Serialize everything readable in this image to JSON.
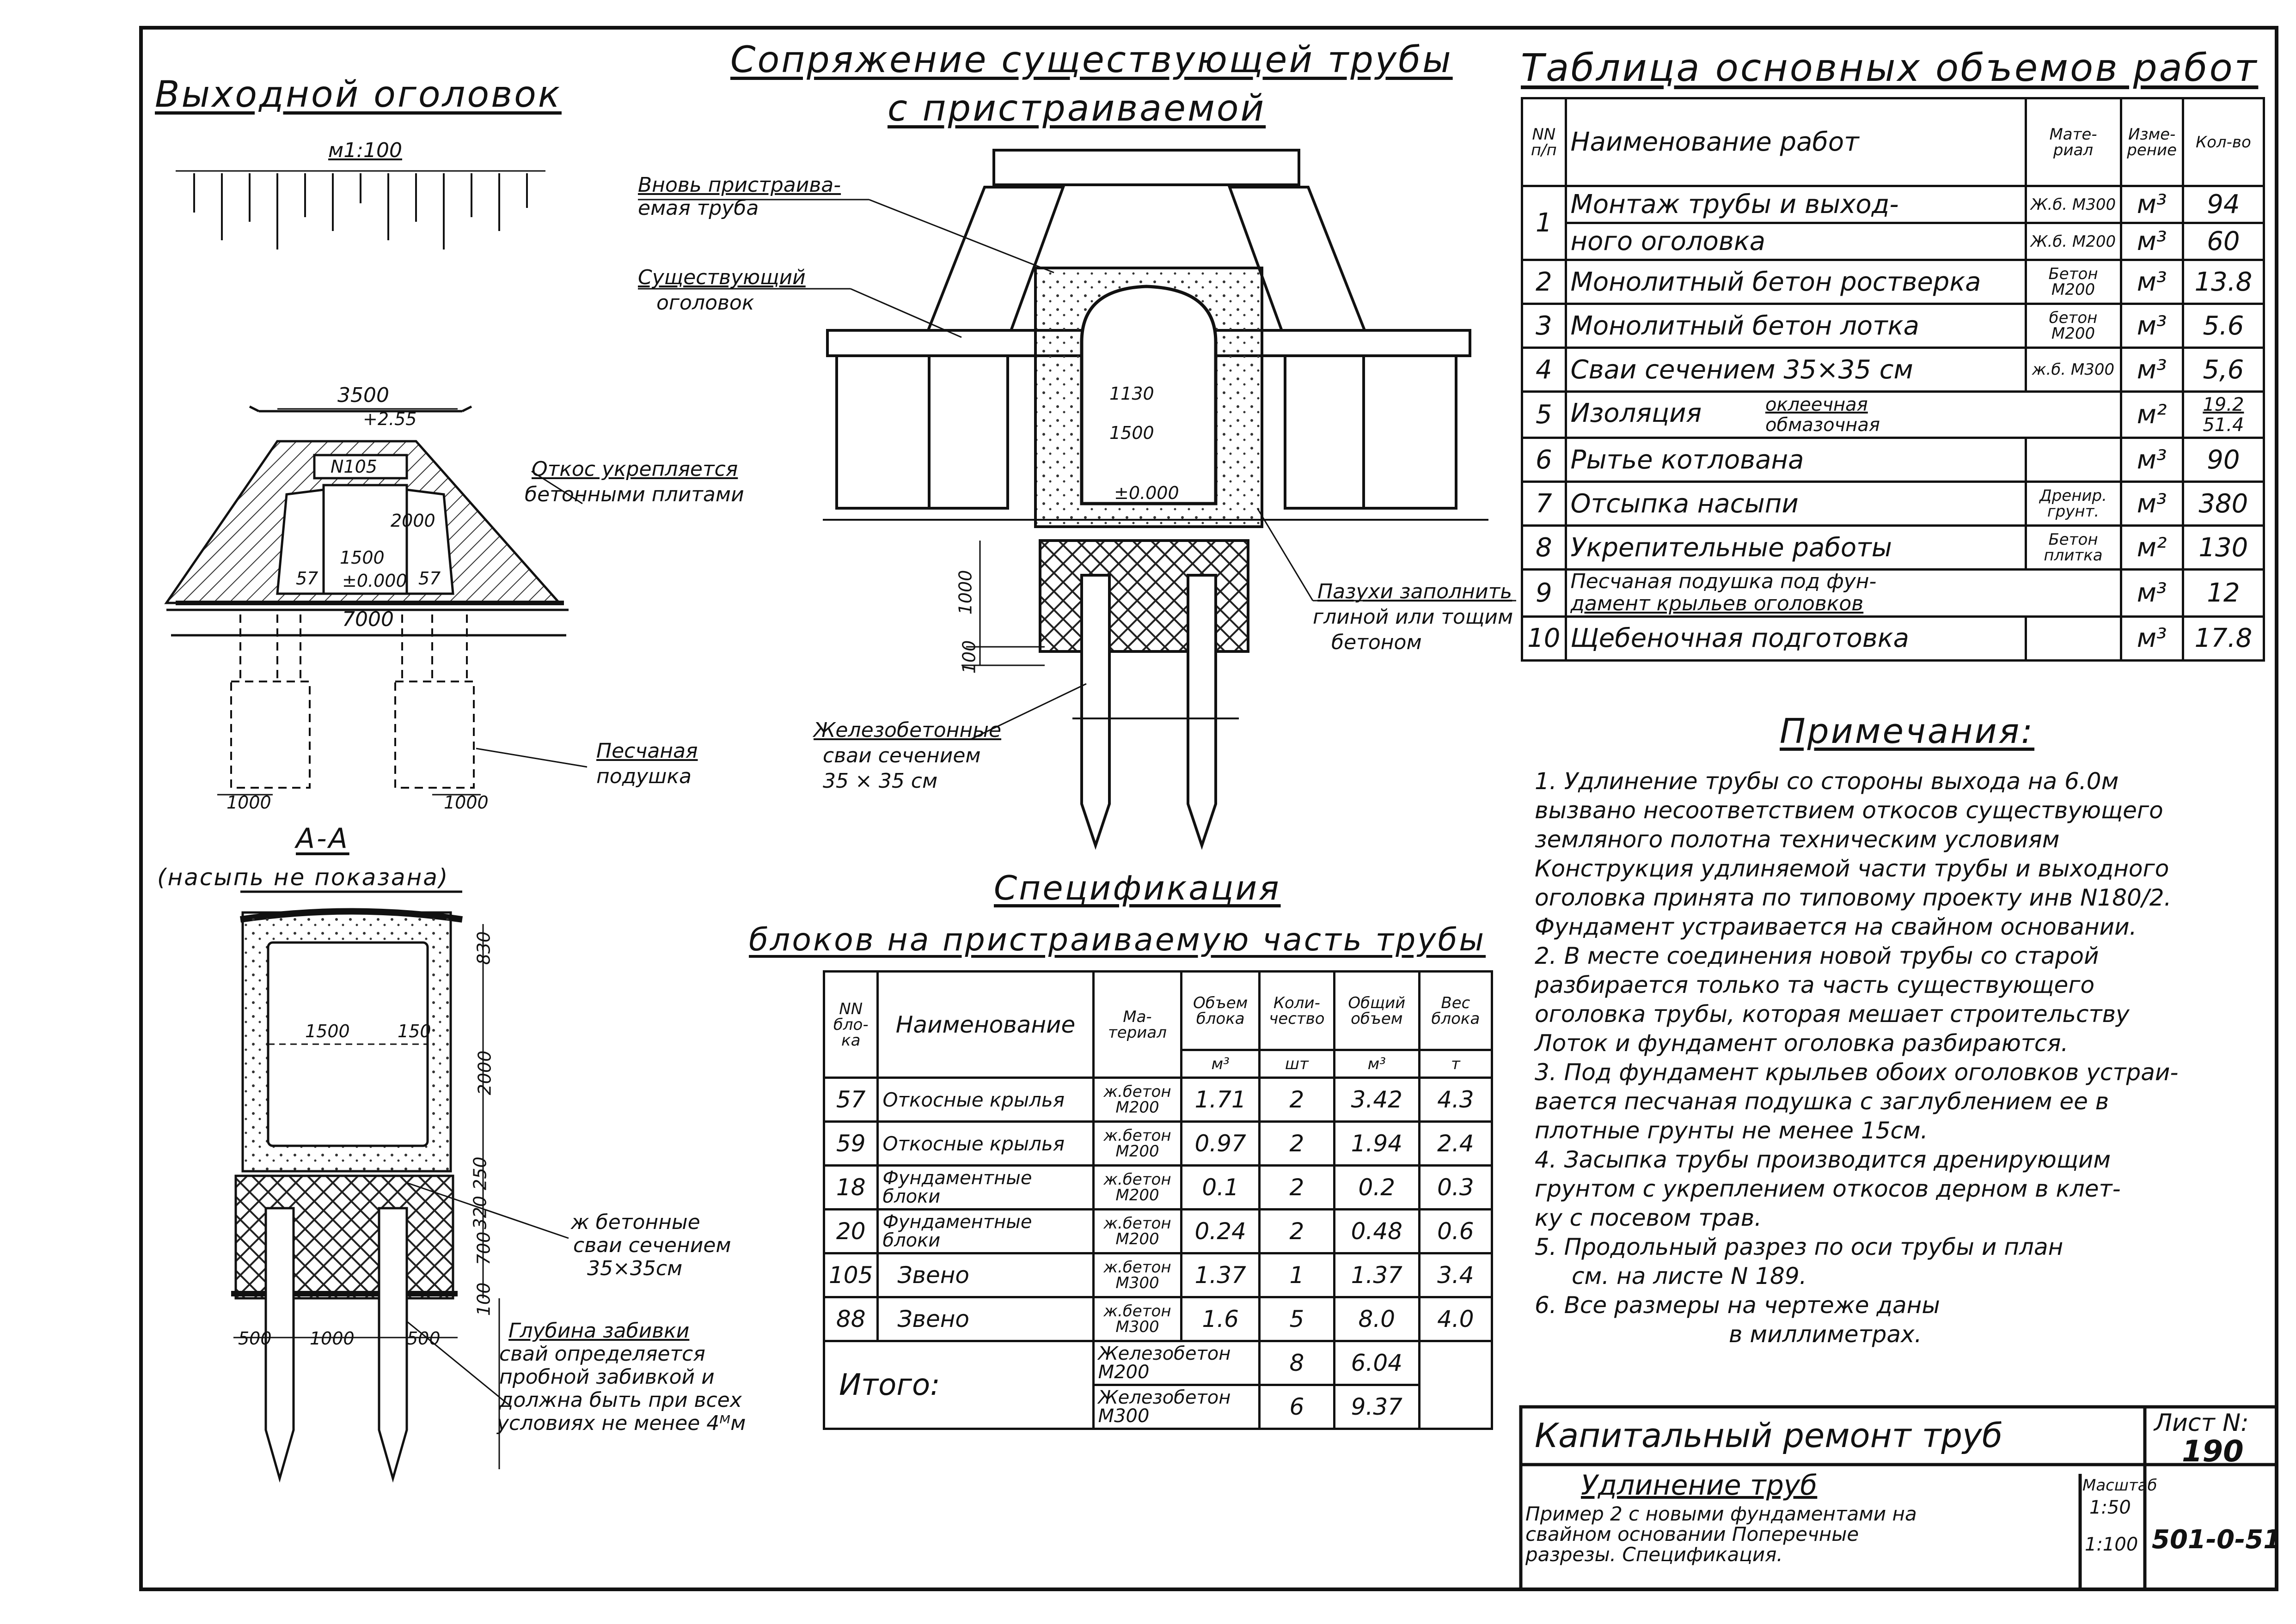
{
  "colors": {
    "ink": "#111111",
    "paper": "#ffffff",
    "hatch": "#333333"
  },
  "left_view": {
    "title": "Выходной оголовок",
    "scale": "м1:100",
    "dim_top": "3500",
    "elev_top": "+2.55",
    "block_label": "N105",
    "dim_inner_height": "2000",
    "dim_inner_width": "1500",
    "elev_zero": "±0.000",
    "tag_left": "57",
    "tag_right": "57",
    "dim_base": "7000",
    "dim_pad_left": "1000",
    "dim_pad_right": "1000",
    "callout_slope": [
      "Откос укрепляется",
      "бетонными плитами"
    ],
    "callout_sand": [
      "Песчаная",
      "подушка"
    ]
  },
  "section_aa": {
    "title": "А-А",
    "subtitle": "(насыпь не показана)",
    "dim_width": "1500",
    "dim_side": "150",
    "dim_height": "2000",
    "dim_top": "830",
    "dim_mid": "320 250",
    "dim_base": "100",
    "dim_700": "700",
    "dim_piles": [
      "500",
      "1000",
      "500"
    ],
    "callout_piles": [
      "ж бетонные",
      "сваи сечением",
      "35×35см"
    ],
    "callout_depth": [
      "Глубина забивки",
      "свай определяется",
      "пробной забивкой и",
      "должна быть при всех",
      "условиях не менее 4ᴹм"
    ]
  },
  "middle_view": {
    "title_line1": "Сопряжение существующей трубы",
    "title_line2": "с пристраиваемой",
    "callout_new_pipe": [
      "Вновь пристраива-",
      "емая труба"
    ],
    "callout_existing_head": [
      "Существующий",
      "оголовок"
    ],
    "dim_1130": "1130",
    "dim_1500": "1500",
    "elev_zero": "±0.000",
    "dim_1000": "1000",
    "dim_100": "100",
    "callout_fill": [
      "Пазухи заполнить",
      "глиной или тощим",
      "бетоном"
    ],
    "callout_piles": [
      "Железобетонные",
      "сваи сечением",
      "35 × 35 см"
    ]
  },
  "volume_table": {
    "title": "Таблица основных объемов работ",
    "headers": [
      "NN п/п",
      "Наименование работ",
      "Мате-риал",
      "Изме-рение",
      "Кол-во"
    ],
    "rows": [
      {
        "n": "1",
        "name": "Монтаж трубы и выход-",
        "name2": "ного оголовка",
        "mat": "Ж.б. М300",
        "mat2": "Ж.б. М200",
        "unit": "м³",
        "unit2": "м³",
        "qty": "94",
        "qty2": "60"
      },
      {
        "n": "2",
        "name": "Монолитный бетон ростверка",
        "mat": "Бетон М200",
        "unit": "м³",
        "qty": "13.8"
      },
      {
        "n": "3",
        "name": "Монолитный бетон лотка",
        "mat": "бетон М200",
        "unit": "м³",
        "qty": "5.6"
      },
      {
        "n": "4",
        "name": "Сваи сечением 35×35 см",
        "mat": "ж.б. М300",
        "unit": "м³",
        "qty": "5,6"
      },
      {
        "n": "5",
        "name": "Изоляция",
        "name_a": "оклеечная",
        "name_b": "обмазочная",
        "unit": "м²",
        "qty": "19.2",
        "qty2": "51.4"
      },
      {
        "n": "6",
        "name": "Рытье котлована",
        "mat": "",
        "unit": "м³",
        "qty": "90"
      },
      {
        "n": "7",
        "name": "Отсыпка насыпи",
        "mat": "Дренир. грунт.",
        "unit": "м³",
        "qty": "380"
      },
      {
        "n": "8",
        "name": "Укрепительные работы",
        "mat": "Бетон плитка",
        "unit": "м²",
        "qty": "130"
      },
      {
        "n": "9",
        "name": "Песчаная подушка под фун-",
        "name2": "дамент крыльев оголовков",
        "mat": "",
        "unit": "м³",
        "qty": "12"
      },
      {
        "n": "10",
        "name": "Щебеночная подготовка",
        "mat": "",
        "unit": "м³",
        "qty": "17.8"
      }
    ]
  },
  "spec_table": {
    "title_line1": "Спецификация",
    "title_line2": "блоков на пристраиваемую часть трубы",
    "headers": [
      "NN бло-ка",
      "Наименование",
      "Ма-териал",
      "Объем блока",
      "Коли-чество",
      "Общий объем",
      "Вес блока"
    ],
    "units": [
      "м³",
      "шт",
      "м³",
      "т"
    ],
    "rows": [
      {
        "n": "57",
        "name": "Откосные крылья",
        "mat": "ж.бетон М200",
        "vol": "1.71",
        "cnt": "2",
        "total": "3.42",
        "wt": "4.3"
      },
      {
        "n": "59",
        "name": "Откосные крылья",
        "mat": "ж.бетон М200",
        "vol": "0.97",
        "cnt": "2",
        "total": "1.94",
        "wt": "2.4"
      },
      {
        "n": "18",
        "name": "Фундаментные блоки",
        "mat": "ж.бетон М200",
        "vol": "0.1",
        "cnt": "2",
        "total": "0.2",
        "wt": "0.3"
      },
      {
        "n": "20",
        "name": "Фундаментные блоки",
        "mat": "ж.бетон М200",
        "vol": "0.24",
        "cnt": "2",
        "total": "0.48",
        "wt": "0.6"
      },
      {
        "n": "105",
        "name": "Звено",
        "mat": "ж.бетон М300",
        "vol": "1.37",
        "cnt": "1",
        "total": "1.37",
        "wt": "3.4"
      },
      {
        "n": "88",
        "name": "Звено",
        "mat": "ж.бетон М300",
        "vol": "1.6",
        "cnt": "5",
        "total": "8.0",
        "wt": "4.0"
      }
    ],
    "total_label": "Итого:",
    "totals": [
      {
        "mat": "Железобетон М200",
        "cnt": "8",
        "total": "6.04"
      },
      {
        "mat": "Железобетон М300",
        "cnt": "6",
        "total": "9.37"
      }
    ]
  },
  "notes": {
    "title": "Примечания:",
    "lines": [
      "1. Удлинение трубы со стороны выхода на 6.0м",
      "вызвано несоответствием откосов существующего",
      "земляного полотна техническим условиям",
      "Конструкция удлиняемой части трубы и выходного",
      "оголовка принята по типовому проекту инв N180/2.",
      "Фундамент устраивается на свайном основании.",
      "2. В месте соединения новой трубы со старой",
      "разбирается только та часть существующего",
      "оголовка трубы, которая мешает строительству",
      "Лоток и фундамент оголовка разбираются.",
      "3. Под фундамент крыльев обоих оголовков устраи-",
      "вается песчаная подушка с заглублением ее в",
      "плотные грунты не менее 15см.",
      "4. Засыпка трубы производится дренирующим",
      "грунтом с укреплением откосов дерном в клет-",
      "ку с посевом трав.",
      "5. Продольный разрез по оси трубы и план",
      "см. на листе N 189.",
      "6. Все размеры на чертеже даны",
      "в миллиметрах."
    ]
  },
  "title_block": {
    "project": "Капитальный ремонт труб",
    "sheet_label": "Лист N:",
    "sheet_no": "190",
    "subject": "Удлинение труб",
    "desc_lines": [
      "Пример 2 с новыми фундаментами на",
      "свайном основании Поперечные",
      "разрезы. Спецификация."
    ],
    "scale_label": "Масштаб",
    "scale_1": "1:50",
    "scale_2": "1:100",
    "code": "501-0-51"
  }
}
